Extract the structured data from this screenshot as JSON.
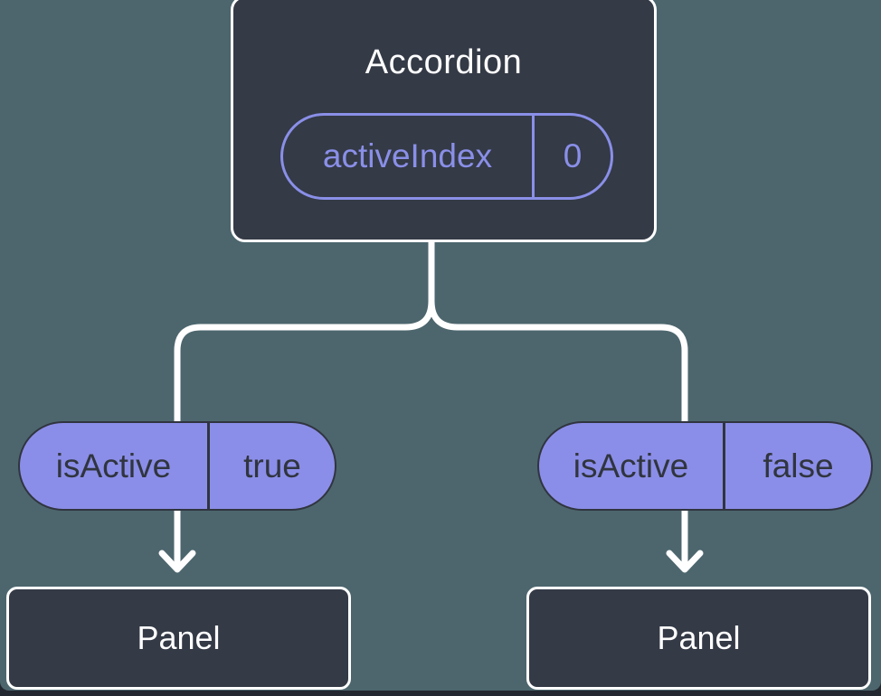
{
  "diagram": {
    "root": {
      "title": "Accordion",
      "state": {
        "label": "activeIndex",
        "value": "0"
      }
    },
    "children": [
      {
        "prop": {
          "label": "isActive",
          "value": "true"
        },
        "panel_label": "Panel"
      },
      {
        "prop": {
          "label": "isActive",
          "value": "false"
        },
        "panel_label": "Panel"
      }
    ]
  },
  "colors": {
    "page-bg": "#23272F",
    "canvas-bg": "#4D666E",
    "node-fill": "#343A46",
    "node-border": "#FFFFFF",
    "accent-purple": "#8A8FE8",
    "pill-fill": "#8B8EE8",
    "pill-text": "#30353F",
    "line": "#FFFFFF"
  }
}
